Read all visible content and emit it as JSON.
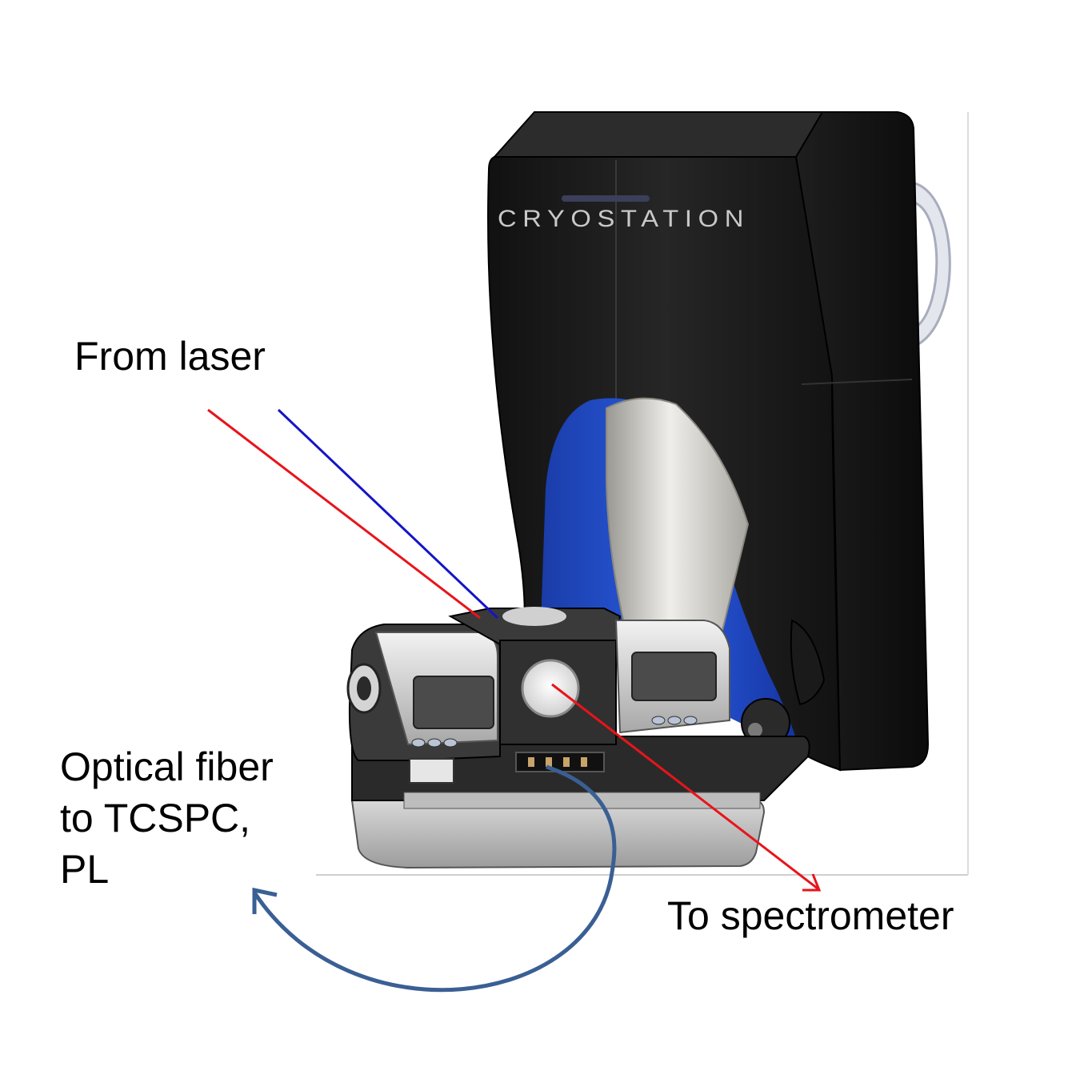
{
  "device": {
    "brand": "CRYOSTATION"
  },
  "labels": {
    "from_laser": "From laser",
    "optical_fiber": [
      "Optical fiber",
      "to TCSPC,",
      "PL"
    ],
    "to_spectrometer": "To spectrometer"
  },
  "colors": {
    "laser_red": "#e8141b",
    "laser_blue": "#1414c8",
    "fiber_path": "#3a5f94",
    "housing": "#1b1b1b",
    "window_blue": "#1c44c0"
  }
}
